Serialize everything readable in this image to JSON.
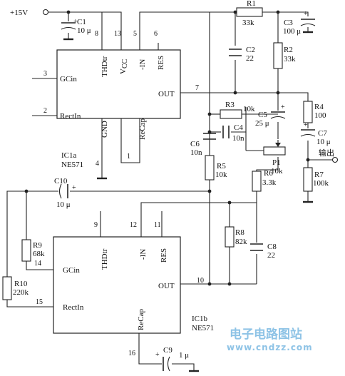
{
  "supply": "+15V",
  "output_label": "输出",
  "ic1a": {
    "ref": "IC1a",
    "part": "NE571",
    "pins": {
      "gcin": "GCin",
      "rectin": "RectIn",
      "thdtr": "THDtr",
      "vcc": "V",
      "vcc_sub": "CC",
      "in": "-IN",
      "res": "RES",
      "out": "OUT",
      "gnd": "GND",
      "recap": "ReCap"
    },
    "pin_numbers": {
      "gcin": "3",
      "rectin": "2",
      "thdtr": "8",
      "vcc": "13",
      "in": "5",
      "res": "6",
      "out": "7",
      "gnd": "4",
      "recap": "1"
    }
  },
  "ic1b": {
    "ref": "IC1b",
    "part": "NE571",
    "pins": {
      "gcin": "GCin",
      "rectin": "RectIn",
      "thdtr": "THDtr",
      "in": "-IN",
      "res": "RES",
      "out": "OUT",
      "recap": "ReCap"
    },
    "pin_numbers": {
      "gcin": "14",
      "rectin": "15",
      "thdtr": "9",
      "in": "12",
      "res": "11",
      "out": "10",
      "recap": "16"
    }
  },
  "components": {
    "c1": {
      "ref": "C1",
      "value": "10 μ"
    },
    "c2": {
      "ref": "C2",
      "value": "22"
    },
    "c3": {
      "ref": "C3",
      "value": "100 μ"
    },
    "c4": {
      "ref": "C4",
      "value": "10n"
    },
    "c5": {
      "ref": "C5",
      "value": "25 μ"
    },
    "c6": {
      "ref": "C6",
      "value": "10n"
    },
    "c7": {
      "ref": "C7",
      "value": "10 μ"
    },
    "c8": {
      "ref": "C8",
      "value": "22"
    },
    "c9": {
      "ref": "C9",
      "value": "1 μ"
    },
    "c10": {
      "ref": "C10",
      "value": "10 μ"
    },
    "r1": {
      "ref": "R1",
      "value": "33k"
    },
    "r2": {
      "ref": "R2",
      "value": "33k"
    },
    "r3": {
      "ref": "R3",
      "value": "10k"
    },
    "r4": {
      "ref": "R4",
      "value": "100"
    },
    "r5": {
      "ref": "R5",
      "value": "10k"
    },
    "r6": {
      "ref": "R6",
      "value": "3.3k"
    },
    "r7": {
      "ref": "R7",
      "value": "100k"
    },
    "r8": {
      "ref": "R8",
      "value": "82k"
    },
    "r9": {
      "ref": "R9",
      "value": "68k"
    },
    "r10": {
      "ref": "R10",
      "value": "220k"
    },
    "p1": {
      "ref": "P1",
      "value": "10k"
    }
  },
  "polarity_mark": "+",
  "watermark": {
    "line1": "电子电路图站",
    "line2": "www.cndzz.com"
  }
}
